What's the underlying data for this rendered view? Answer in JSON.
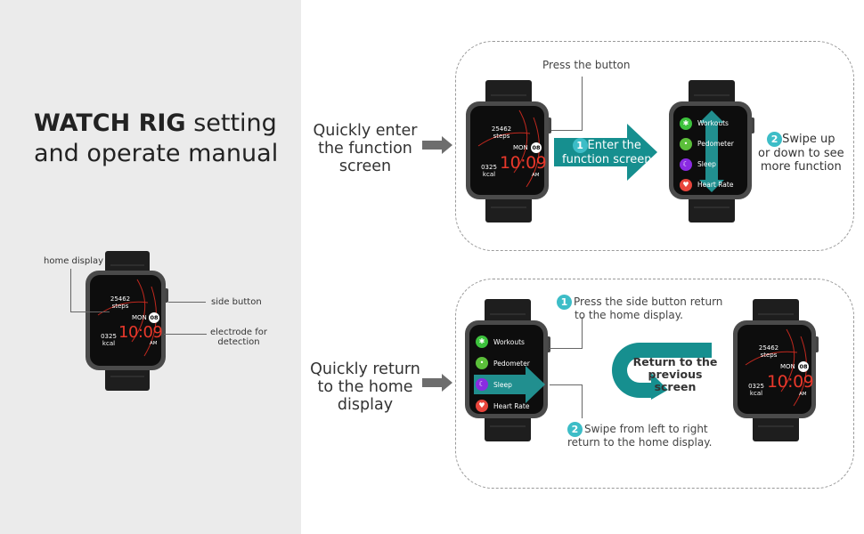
{
  "title": {
    "bold": "WATCH RIG",
    "rest_line1": " setting",
    "line2": "and operate manual"
  },
  "diagram": {
    "home_display": "home display",
    "side_button": "side button",
    "electrode_line1": "electrode for",
    "electrode_line2": "detection"
  },
  "section1": {
    "label_line1": "Quickly enter",
    "label_line2": "the function",
    "label_line3": "screen",
    "press_button": "Press the button",
    "step1_num": "1",
    "step1_line1": "Enter the",
    "step1_line2": "function screen",
    "step2_num": "2",
    "step2_line1": "Swipe up",
    "step2_line2": "or down to see",
    "step2_line3": "more function"
  },
  "section2": {
    "label_line1": "Quickly return",
    "label_line2": "to the home",
    "label_line3": "display",
    "step1_num": "1",
    "step1_line1": "Press the side button return",
    "step1_line2": "to the home display.",
    "step2_num": "2",
    "step2_line1": "Swipe from left to right",
    "step2_line2": "return to the home display.",
    "return_line1": "Return to the",
    "return_line2": "previous screen"
  },
  "watch_home": {
    "steps": "25462",
    "steps_unit": "steps",
    "day": "MON",
    "date": "08",
    "time": "10:09",
    "kcal": "0325",
    "kcal_unit": "kcal",
    "ampm": "AM"
  },
  "watch_menu": {
    "items": [
      {
        "label": "Workouts",
        "color": "#3dc23d",
        "icon": "running-icon"
      },
      {
        "label": "Pedometer",
        "color": "#5bbf3a",
        "icon": "footprints-icon"
      },
      {
        "label": "Sleep",
        "color": "#8a2be2",
        "icon": "moon-icon"
      },
      {
        "label": "Heart Rate",
        "color": "#e8453c",
        "icon": "heart-icon"
      }
    ]
  },
  "colors": {
    "accent": "#168f8f",
    "arrow_gray": "#6d6d6d",
    "time_red": "#e8382b",
    "badge": "#3dbdc7"
  }
}
